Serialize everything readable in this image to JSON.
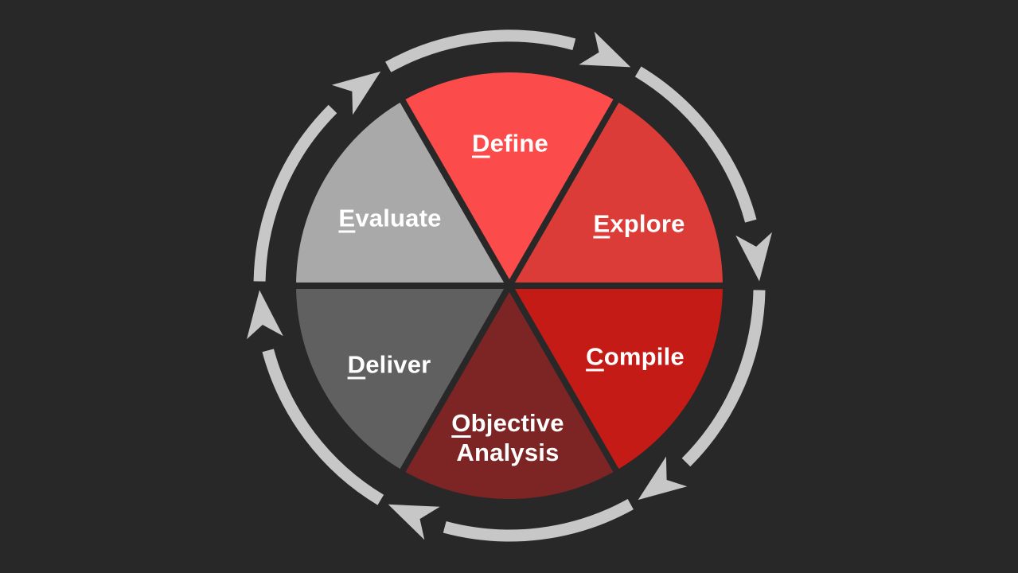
{
  "theme": {
    "background": "#282828",
    "arrow_color": "#c7c7c7",
    "divider_color": "#282828",
    "label_color": "#ffffff"
  },
  "wheel": {
    "direction": "clockwise",
    "segments": [
      {
        "id": "define",
        "label": "Define",
        "initial": "D",
        "rest": "efine",
        "color": "#fb4b4b"
      },
      {
        "id": "explore",
        "label": "Explore",
        "initial": "E",
        "rest": "xplore",
        "color": "#dc3c38"
      },
      {
        "id": "compile",
        "label": "Compile",
        "initial": "C",
        "rest": "ompile",
        "color": "#c51b17"
      },
      {
        "id": "objective-analysis",
        "label": "Objective Analysis",
        "initial": "O",
        "rest": "bjective",
        "line2": "Analysis",
        "color": "#7d2524"
      },
      {
        "id": "deliver",
        "label": "Deliver",
        "initial": "D",
        "rest": "eliver",
        "color": "#606061"
      },
      {
        "id": "evaluate",
        "label": "Evaluate",
        "initial": "E",
        "rest": "valuate",
        "color": "#a9a9a9"
      }
    ],
    "arrow_count": 6
  }
}
